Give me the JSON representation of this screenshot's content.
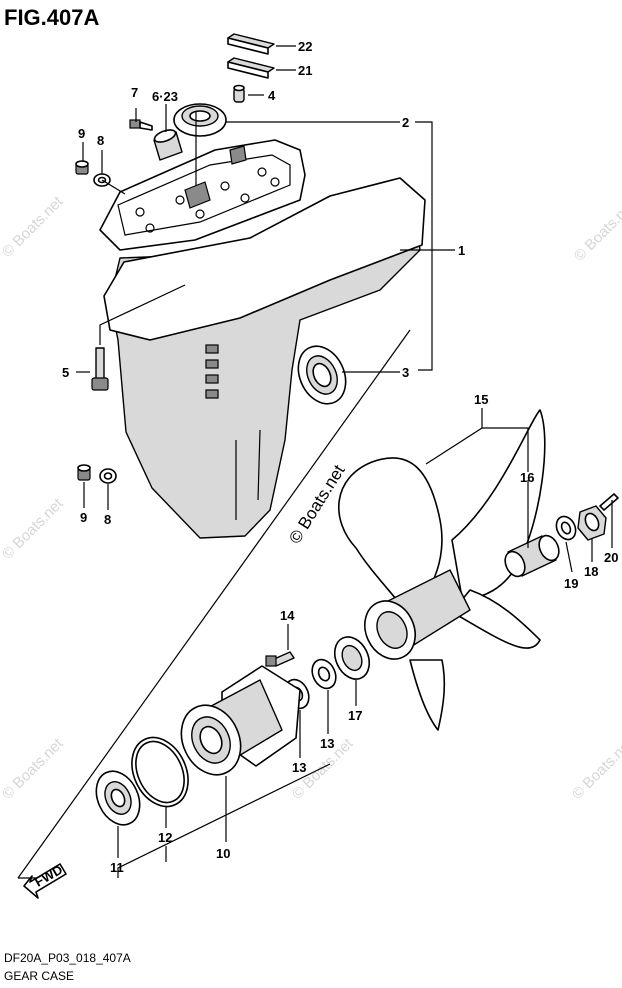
{
  "figure": {
    "title": "FIG.407A",
    "code": "DF20A_P03_018_407A",
    "caption": "GEAR CASE",
    "direction_label": "FWD"
  },
  "watermark": {
    "text": "© Boats.net"
  },
  "callouts": {
    "p1": "1",
    "p2": "2",
    "p3": "3",
    "p4": "4",
    "p5": "5",
    "p6_23": "6·23",
    "p7": "7",
    "p8a": "8",
    "p8b": "8",
    "p9a": "9",
    "p9b": "9",
    "p10": "10",
    "p11": "11",
    "p12": "12",
    "p13a": "13",
    "p13b": "13",
    "p14": "14",
    "p15": "15",
    "p16": "16",
    "p17": "17",
    "p18": "18",
    "p19": "19",
    "p20": "20",
    "p21": "21",
    "p22": "22"
  }
}
